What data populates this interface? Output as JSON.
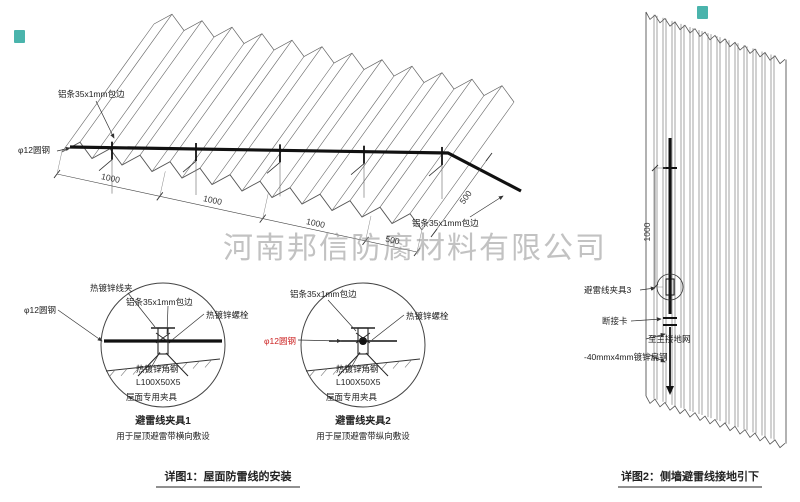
{
  "watermark": {
    "text": "河南邦信防腐材料有限公司"
  },
  "roof": {
    "labels": {
      "alu_top": "铝条35x1mm包边",
      "round_steel": "φ12圆钢",
      "alu_bottom": "铝条35x1mm包边"
    },
    "dims": {
      "seg1": "1000",
      "seg2": "1000",
      "seg3": "1000",
      "seg4": "500",
      "side": "500"
    }
  },
  "detail1": {
    "title": "避雷线夹具1",
    "subtitle": "用于屋顶避雷带横向敷设",
    "labels": {
      "wire_clamp": "热镀锌线夹",
      "alu_strip": "铝条35x1mm包边",
      "bolt": "热镀锌螺栓",
      "round_steel": "φ12圆钢",
      "angle_steel": "热镀锌角钢",
      "angle_spec": "L100X50X5",
      "roof_clamp": "屋面专用夹具"
    }
  },
  "detail2": {
    "title": "避雷线夹具2",
    "subtitle": "用于屋顶避雷带纵向敷设",
    "labels": {
      "alu_strip": "铝条35x1mm包边",
      "bolt": "热镀锌螺栓",
      "round_steel": "φ12圆钢",
      "angle_steel": "热镀锌角钢",
      "angle_spec": "L100X50X5",
      "roof_clamp": "屋面专用夹具"
    }
  },
  "wall": {
    "dim": "1000",
    "labels": {
      "clamp3": "避雷线夹具3",
      "disconnect": "断接卡",
      "to_ground": "至主接地网",
      "flat_steel": "-40mmx4mm镀锌扁钢"
    }
  },
  "captions": {
    "c1": "详图1：屋面防雷线的安装",
    "c2": "详图2：侧墙避雷线接地引下"
  },
  "colors": {
    "line": "#444444",
    "wire": "#111111",
    "accent_red": "#cc2222",
    "watermark": "#9a9a9a",
    "badge": "#2aa79e"
  }
}
